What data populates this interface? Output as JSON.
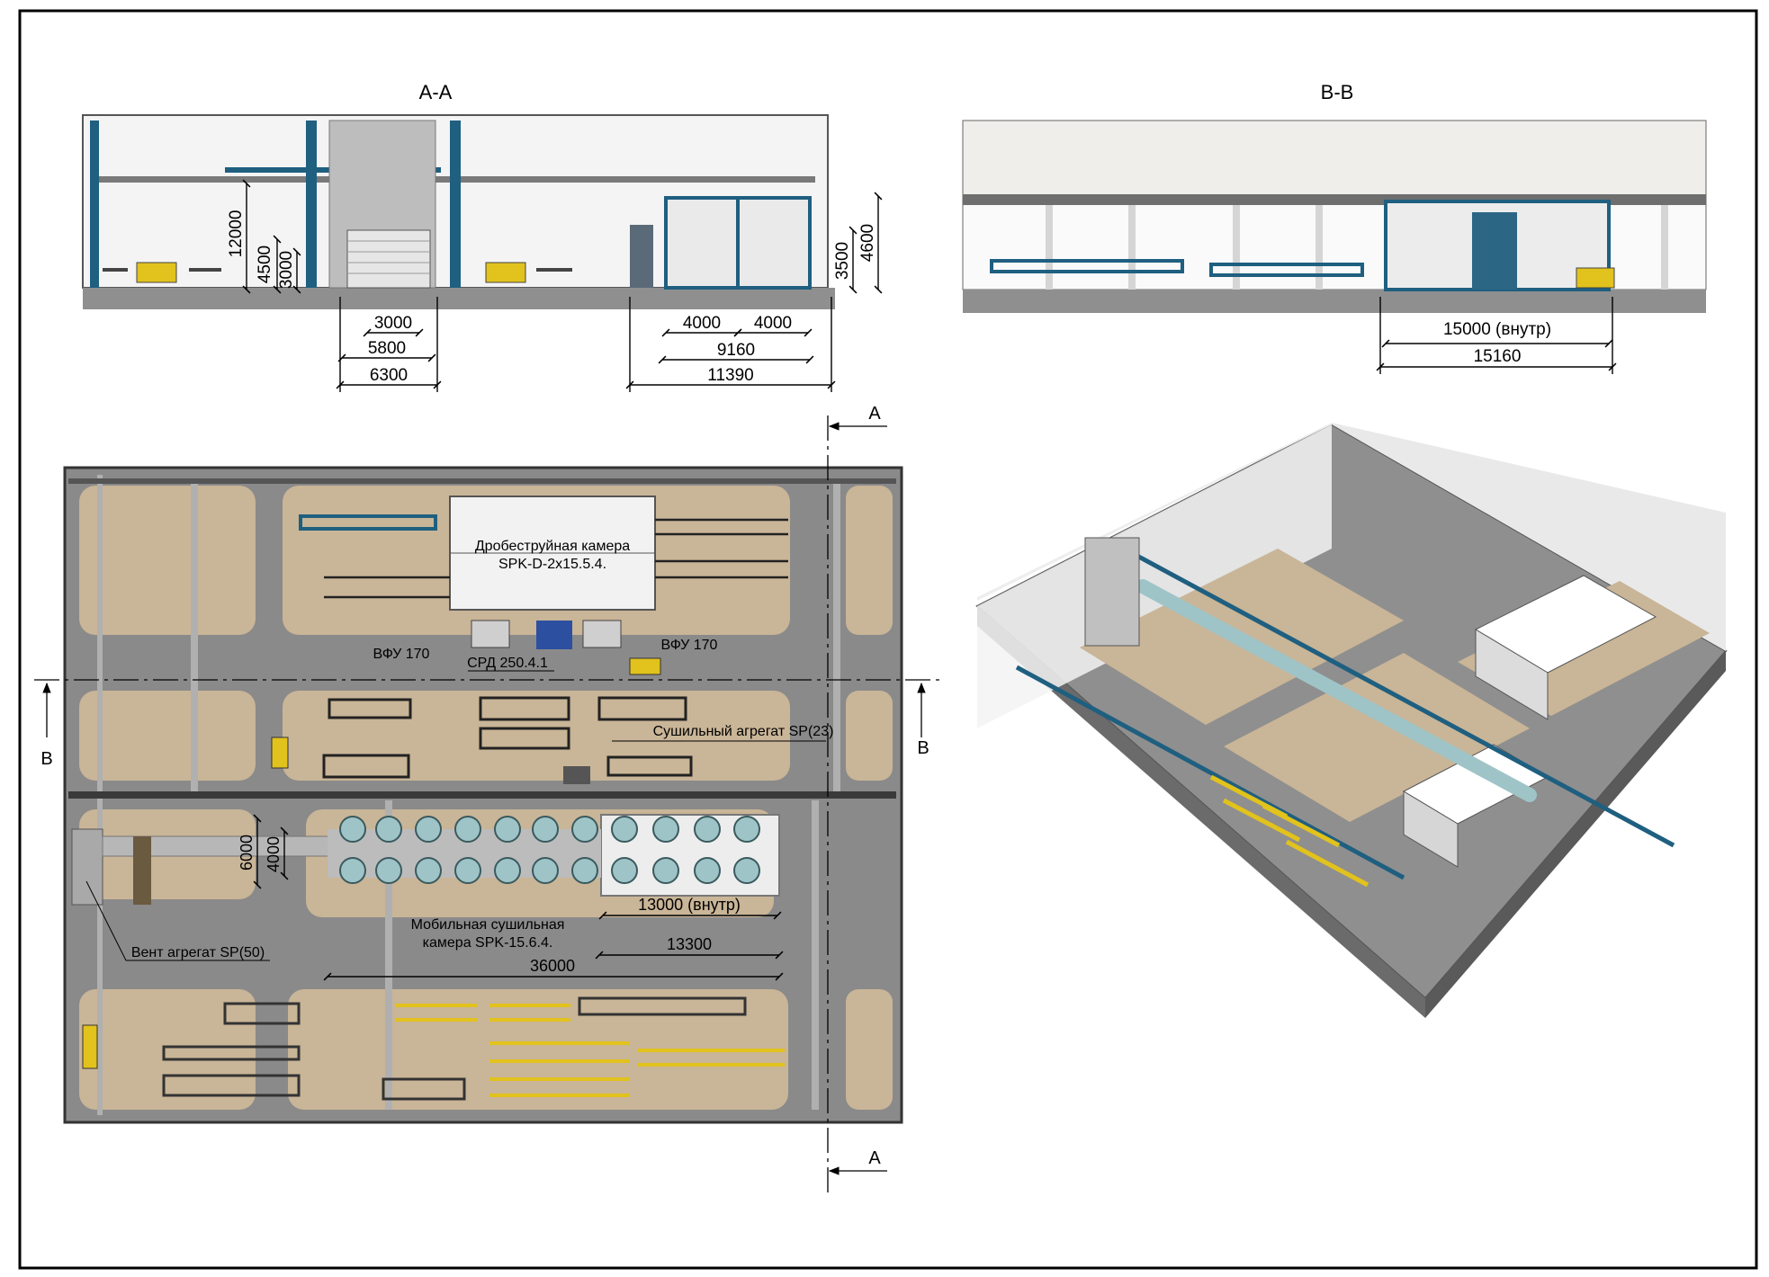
{
  "section_aa": {
    "title": "А-А",
    "dims_vertical": [
      "12000",
      "4500",
      "3000",
      "3500",
      "4600"
    ],
    "dims_horizontal": [
      "3000",
      "5800",
      "6300",
      "4000",
      "4000",
      "9160",
      "11390"
    ]
  },
  "section_bb": {
    "title": "В-В",
    "dims": [
      "15000 (внутр)",
      "15160"
    ]
  },
  "plan": {
    "cut_marks": {
      "a_top": "А",
      "a_bottom": "А",
      "b_left": "В",
      "b_right": "В"
    },
    "blast_chamber": {
      "line1": "Дробеструйная камера",
      "line2": "SPK-D-2x15.5.4."
    },
    "vfu_left": "ВФУ 170",
    "vfu_right": "ВФУ 170",
    "srd": "СРД 250.4.1",
    "dryer_unit": "Сушильный агрегат SP(23)",
    "mobile_chamber": {
      "line1": "Мобильная сушильная",
      "line2": "камера SPK-15.6.4."
    },
    "vent_unit": "Вент агрегат SP(50)",
    "dims": [
      "6000",
      "4000",
      "13000 (внутр)",
      "13300",
      "36000"
    ]
  },
  "colors": {
    "floor": "#c9b597",
    "aisle": "#8a8a8a",
    "steel_blue": "#1f5f80",
    "yellow": "#e2c21c",
    "panel": "#ededed"
  }
}
